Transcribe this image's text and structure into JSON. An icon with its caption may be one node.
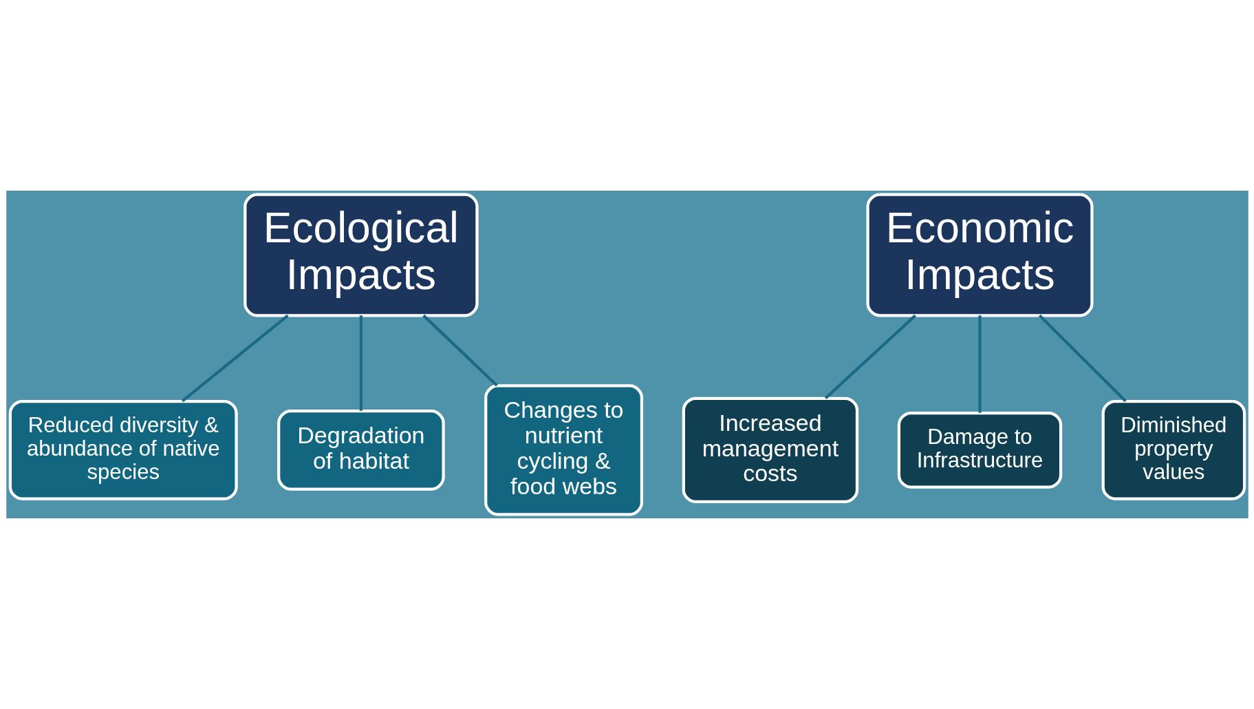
{
  "diagram": {
    "nodes": [
      {
        "text": [
          "Ecological Impacts"
        ]
      },
      {
        "text": [
          "Reduced diversity & abundance of native species"
        ]
      },
      {
        "text": [
          "Increased management costs"
        ]
      },
      {
        "text": [
          "Damage to Infrastructure"
        ]
      },
      {
        "text": [
          "Degradation of habitat"
        ]
      },
      {
        "text": [
          "Changes to nutrient cycling & food webs"
        ]
      },
      {
        "text": [
          "Diminished property values"
        ]
      },
      {
        "text": [
          "Economic Impacts"
        ]
      }
    ],
    "edges": [
      {
        "from": 0,
        "to": 1,
        "arrow": "none"
      },
      {
        "from": 0,
        "to": 4,
        "arrow": "none"
      },
      {
        "from": 0,
        "to": 5,
        "arrow": "none"
      },
      {
        "from": 7,
        "to": 2,
        "arrow": "none"
      },
      {
        "from": 7,
        "to": 3,
        "arrow": "none"
      },
      {
        "from": 7,
        "to": 6,
        "arrow": "none"
      }
    ]
  }
}
